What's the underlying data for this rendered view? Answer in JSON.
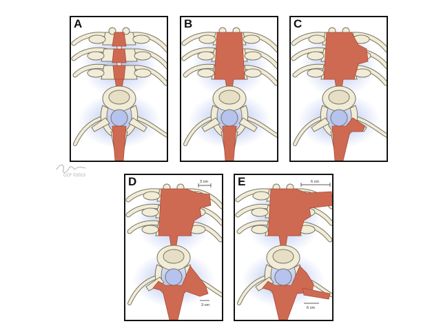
{
  "panels": [
    {
      "id": "A",
      "label": "A",
      "dorsal_resection": "midline",
      "axial_resection": "midline",
      "dorsal_measure": "",
      "axial_measure": ""
    },
    {
      "id": "B",
      "label": "B",
      "dorsal_resection": "laminectomy",
      "axial_resection": "midline",
      "dorsal_measure": "",
      "axial_measure": ""
    },
    {
      "id": "C",
      "label": "C",
      "dorsal_resection": "unilateral",
      "axial_resection": "unilateral",
      "dorsal_measure": "",
      "axial_measure": ""
    },
    {
      "id": "D",
      "label": "D",
      "dorsal_resection": "rib3",
      "axial_resection": "rib3",
      "dorsal_measure": "3 cm",
      "axial_measure": "3 cm"
    },
    {
      "id": "E",
      "label": "E",
      "dorsal_resection": "rib6",
      "axial_resection": "rib6",
      "dorsal_measure": "6 cm",
      "axial_measure": "6 cm"
    }
  ],
  "colors": {
    "resection": "#cf6a52",
    "resection_dark": "#a84a36",
    "bone": "#f1ecd8",
    "bone_outline": "#7a745f",
    "shadow": "#a9b8ea",
    "border": "#111111"
  },
  "signature": {
    "text": "CCF ©2013"
  }
}
